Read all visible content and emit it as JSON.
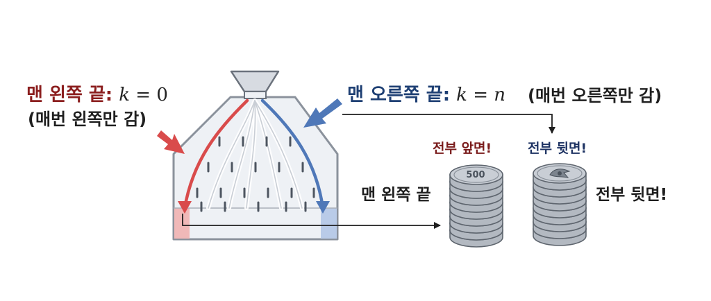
{
  "labels": {
    "left_edge_prefix": "맨 왼쪽 끝:",
    "left_edge_formula_var": "k",
    "left_edge_formula_eq": " = 0",
    "left_edge_note": "(매번 왼쪽만 감)",
    "right_edge_prefix": "맨 오른쪽 끝:",
    "right_edge_formula_var": "k",
    "right_edge_formula_eq": " = ",
    "right_edge_formula_n": "n",
    "right_edge_note": "(매번 오른쪽만 감)",
    "all_heads": "전부 앞면!",
    "all_tails_small": "전부 뒷면!",
    "left_end": "맨 왼쪽 끝",
    "all_tails_large": "전부 뒷면!",
    "coin_value": "500"
  },
  "colors": {
    "left_path": "#d94b4b",
    "right_path": "#4f78b8",
    "left_bin": "#f0b8b8",
    "right_bin": "#b9cbe8",
    "board_fill": "#eef1f5",
    "board_stroke": "#8b929c",
    "coin_fill": "#c9ced5",
    "coin_stroke": "#5e656e"
  },
  "icons": [
    "funnel-icon",
    "galton-board-icon",
    "coin-stack-heads-icon",
    "coin-stack-tails-icon",
    "arrow-icon"
  ]
}
